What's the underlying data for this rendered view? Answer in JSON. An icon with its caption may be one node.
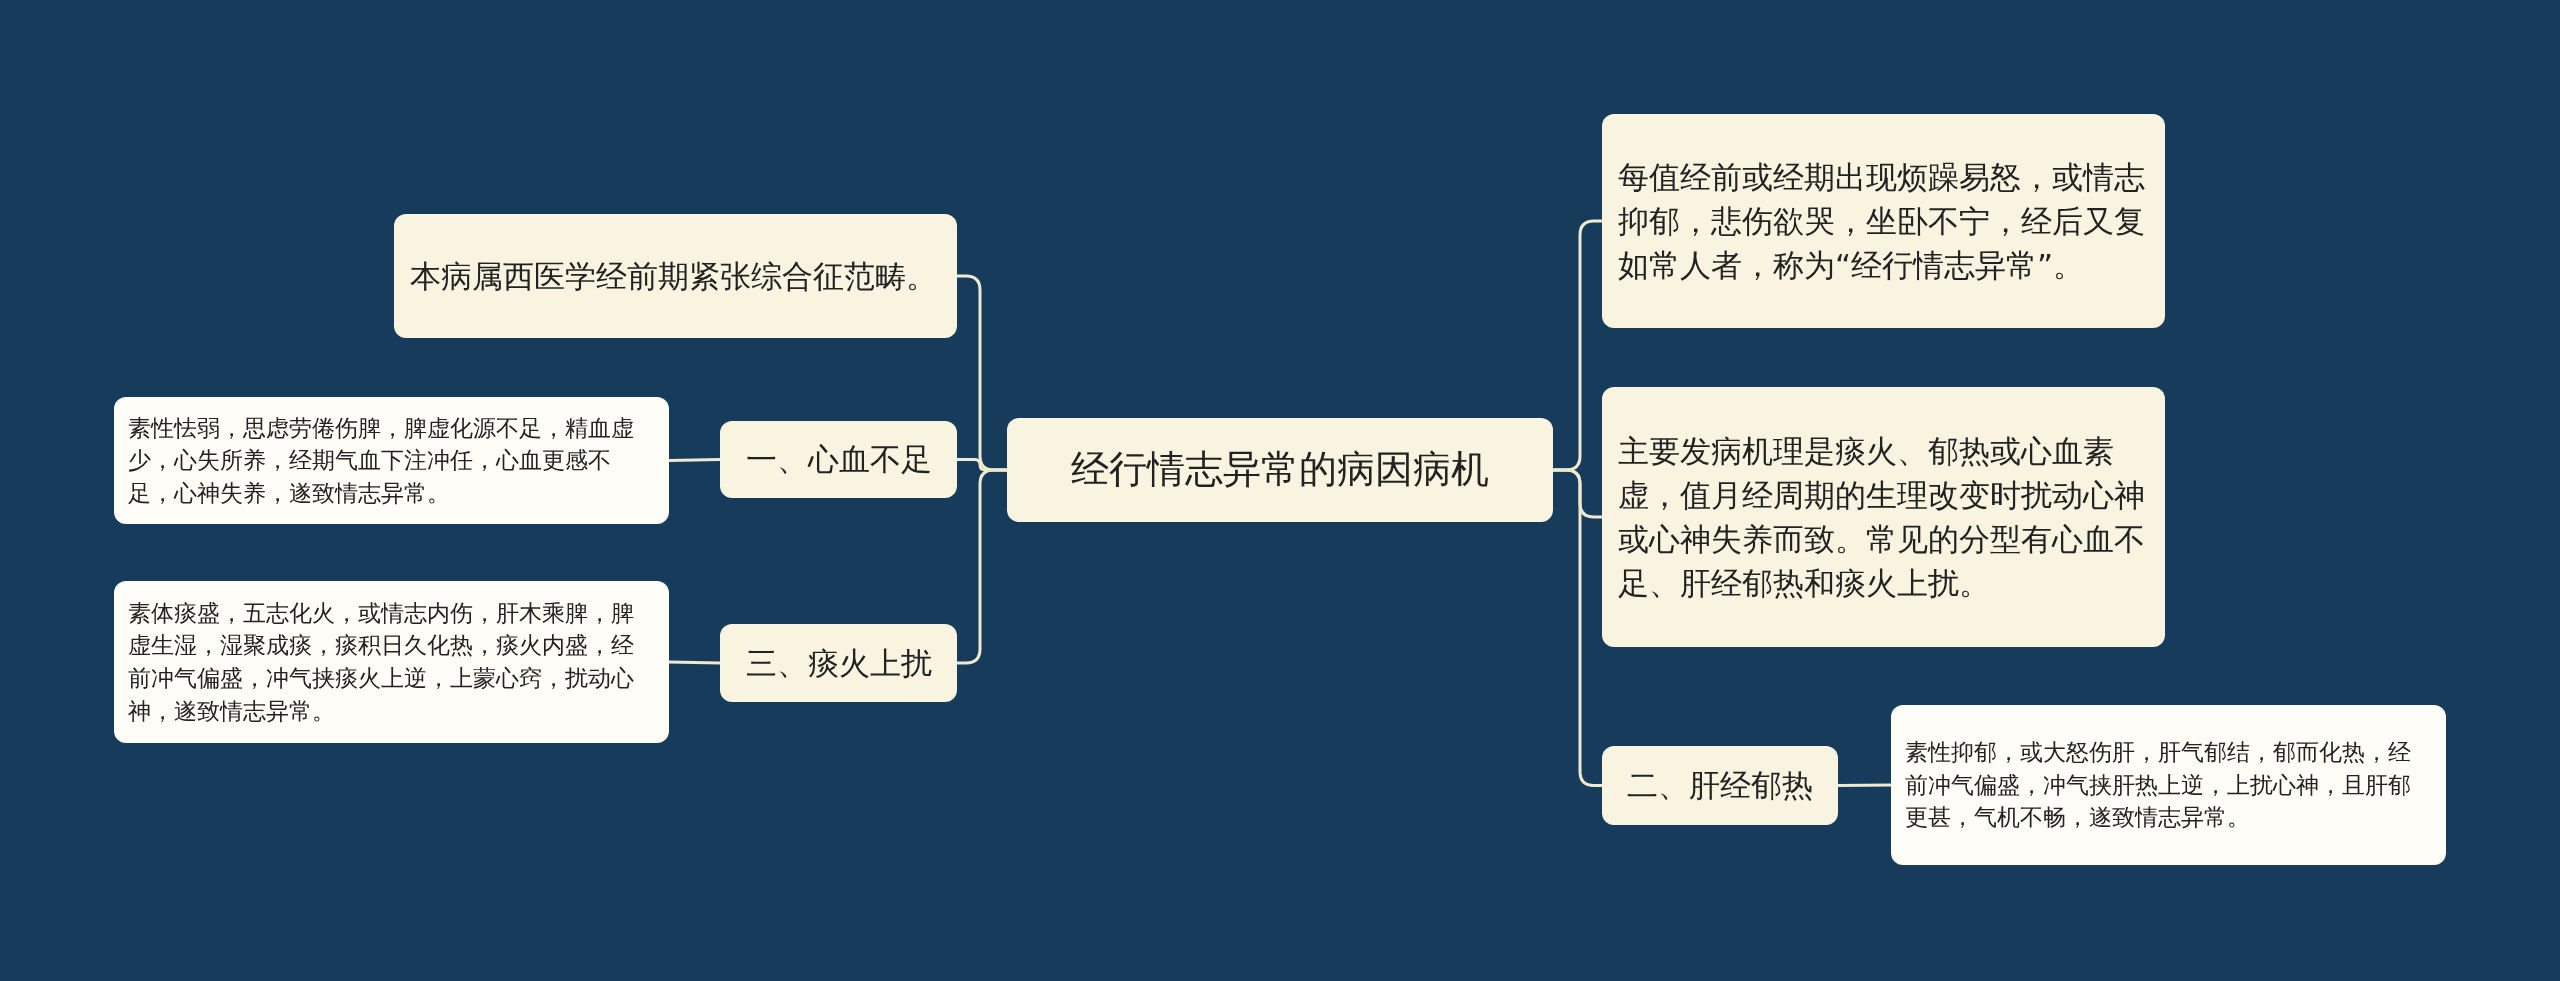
{
  "diagram": {
    "nodes": [
      {
        "text": [
          "经行情志异常的病因病机"
        ]
      },
      {
        "text": [
          "本病属西医学经前期紧张综合征范畴。"
        ]
      },
      {
        "text": [
          "一、心血不足"
        ]
      },
      {
        "text": [
          "素性怯弱，思虑劳倦伤脾，脾虚化源不足，精血虚少，心失所养，经期气血下注冲任，心血更感不足，心神失养，遂致情志异常。"
        ]
      },
      {
        "text": [
          "三、痰火上扰"
        ]
      },
      {
        "text": [
          "素体痰盛，五志化火，或情志内伤，肝木乘脾，脾虚生湿，湿聚成痰，痰积日久化热，痰火内盛，经前冲气偏盛，冲气挟痰火上逆，上蒙心窍，扰动心神，遂致情志异常。"
        ]
      },
      {
        "text": [
          "每值经前或经期出现烦躁易怒，或情志抑郁，悲伤欲哭，坐卧不宁，经后又复如常人者，称为“经行情志异常”。"
        ]
      },
      {
        "text": [
          "主要发病机理是痰火、郁热或心血素虚，值月经周期的生理改变时扰动心神或心神失养而致。常见的分型有心血不足、肝经郁热和痰火上扰。"
        ]
      },
      {
        "text": [
          "二、肝经郁热"
        ]
      },
      {
        "text": [
          "素性抑郁，或大怒伤肝，肝气郁结，郁而化热，经前冲气偏盛，冲气挟肝热上逆，上扰心神，且肝郁更甚，气机不畅，遂致情志异常。"
        ]
      }
    ],
    "edges": [
      {
        "from": 0,
        "to": 1,
        "arrow": "none"
      },
      {
        "from": 0,
        "to": 2,
        "arrow": "none"
      },
      {
        "from": 2,
        "to": 3,
        "arrow": "none"
      },
      {
        "from": 0,
        "to": 4,
        "arrow": "none"
      },
      {
        "from": 4,
        "to": 5,
        "arrow": "none"
      },
      {
        "from": 0,
        "to": 6,
        "arrow": "none"
      },
      {
        "from": 0,
        "to": 7,
        "arrow": "none"
      },
      {
        "from": 0,
        "to": 8,
        "arrow": "none"
      },
      {
        "from": 8,
        "to": 9,
        "arrow": "none"
      }
    ]
  }
}
